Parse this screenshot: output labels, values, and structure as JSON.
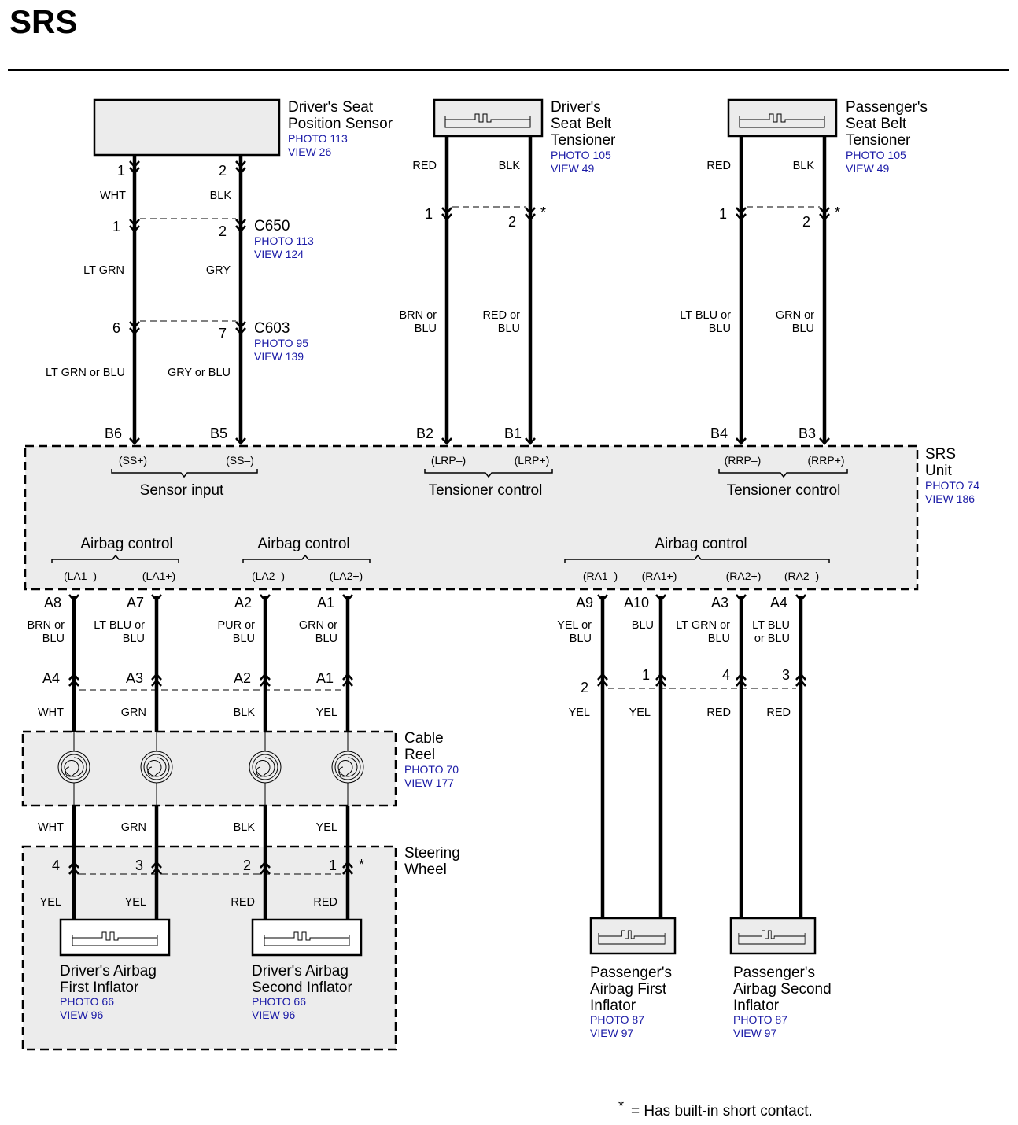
{
  "title": "SRS",
  "components": {
    "seat_pos": {
      "name1": "Driver's Seat",
      "name2": "Position Sensor",
      "photo": "PHOTO 113",
      "view": "VIEW 26"
    },
    "drv_tens": {
      "name1": "Driver's",
      "name2": "Seat Belt",
      "name3": "Tensioner",
      "photo": "PHOTO 105",
      "view": "VIEW 49"
    },
    "pass_tens": {
      "name1": "Passenger's",
      "name2": "Seat Belt",
      "name3": "Tensioner",
      "photo": "PHOTO 105",
      "view": "VIEW 49"
    },
    "srs_unit": {
      "name1": "SRS",
      "name2": "Unit",
      "photo": "PHOTO 74",
      "view": "VIEW 186"
    },
    "cable_reel": {
      "name1": "Cable",
      "name2": "Reel",
      "photo": "PHOTO 70",
      "view": "VIEW 177"
    },
    "steering": {
      "name1": "Steering",
      "name2": "Wheel"
    },
    "drv_air1": {
      "name1": "Driver's Airbag",
      "name2": "First Inflator",
      "photo": "PHOTO 66",
      "view": "VIEW 96"
    },
    "drv_air2": {
      "name1": "Driver's Airbag",
      "name2": "Second Inflator",
      "photo": "PHOTO 66",
      "view": "VIEW 96"
    },
    "pass_air1": {
      "name1": "Passenger's",
      "name2": "Airbag First",
      "name3": "Inflator",
      "photo": "PHOTO 87",
      "view": "VIEW 97"
    },
    "pass_air2": {
      "name1": "Passenger's",
      "name2": "Airbag Second",
      "name3": "Inflator",
      "photo": "PHOTO 87",
      "view": "VIEW 97"
    }
  },
  "connectors": {
    "c650": {
      "name": "C650",
      "photo": "PHOTO 113",
      "view": "VIEW 124"
    },
    "c603": {
      "name": "C603",
      "photo": "PHOTO 95",
      "view": "VIEW 139"
    }
  },
  "sections": {
    "sensor_input": "Sensor input",
    "tens_left": "Tensioner control",
    "tens_right": "Tensioner control",
    "airbag1": "Airbag control",
    "airbag2": "Airbag control",
    "airbag3": "Airbag control"
  },
  "signals": {
    "ss_p": "(SS+)",
    "ss_m": "(SS–)",
    "lrp_m": "(LRP–)",
    "lrp_p": "(LRP+)",
    "rrp_m": "(RRP–)",
    "rrp_p": "(RRP+)",
    "la1_m": "(LA1–)",
    "la1_p": "(LA1+)",
    "la2_m": "(LA2–)",
    "la2_p": "(LA2+)",
    "ra1_m": "(RA1–)",
    "ra1_p": "(RA1+)",
    "ra2_p": "(RA2+)",
    "ra2_m": "(RA2–)"
  },
  "pins": {
    "sp1": "1",
    "sp2": "2",
    "c650_1": "1",
    "c650_2": "2",
    "c603_6": "6",
    "c603_7": "7",
    "dt1": "1",
    "dt2": "2",
    "pt1": "1",
    "pt2": "2",
    "b6": "B6",
    "b5": "B5",
    "b2": "B2",
    "b1": "B1",
    "b4": "B4",
    "b3": "B3",
    "a8": "A8",
    "a7": "A7",
    "a2": "A2",
    "a1": "A1",
    "a9": "A9",
    "a10": "A10",
    "a3": "A3",
    "a4": "A4",
    "cr_a4": "A4",
    "cr_a3": "A3",
    "cr_a2": "A2",
    "cr_a1": "A1",
    "pc2": "2",
    "pc1": "1",
    "pc4": "4",
    "pc3": "3",
    "sw4": "4",
    "sw3": "3",
    "sw2": "2",
    "sw1": "1"
  },
  "wires": {
    "sp_w1": "WHT",
    "sp_w2": "BLK",
    "sp_l1": "LT GRN",
    "sp_l2": "GRY",
    "sp_m1": "LT GRN or BLU",
    "sp_m2": "GRY or BLU",
    "dt_r": "RED",
    "dt_b": "BLK",
    "dt_l1a": "BRN or",
    "dt_l1b": "BLU",
    "dt_l2a": "RED or",
    "dt_l2b": "BLU",
    "pt_r": "RED",
    "pt_b": "BLK",
    "pt_l1a": "LT BLU or",
    "pt_l1b": "BLU",
    "pt_l2a": "GRN or",
    "pt_l2b": "BLU",
    "u_a8a": "BRN or",
    "u_a8b": "BLU",
    "u_a7a": "LT BLU or",
    "u_a7b": "BLU",
    "u_a2a": "PUR or",
    "u_a2b": "BLU",
    "u_a1a": "GRN or",
    "u_a1b": "BLU",
    "u_a9a": "YEL or",
    "u_a9b": "BLU",
    "u_a10": "BLU",
    "u_a3a": "LT GRN or",
    "u_a3b": "BLU",
    "u_a4a": "LT BLU",
    "u_a4b": "or BLU",
    "cr_t1": "WHT",
    "cr_t2": "GRN",
    "cr_t3": "BLK",
    "cr_t4": "YEL",
    "cr_b1": "WHT",
    "cr_b2": "GRN",
    "cr_b3": "BLK",
    "cr_b4": "YEL",
    "sw_y1": "YEL",
    "sw_y2": "YEL",
    "sw_r1": "RED",
    "sw_r2": "RED",
    "pa_y1": "YEL",
    "pa_y2": "YEL",
    "pa_r1": "RED",
    "pa_r2": "RED"
  },
  "marks": {
    "star": "*"
  },
  "footnote": {
    "star": "*",
    "text": "= Has built-in short contact."
  }
}
